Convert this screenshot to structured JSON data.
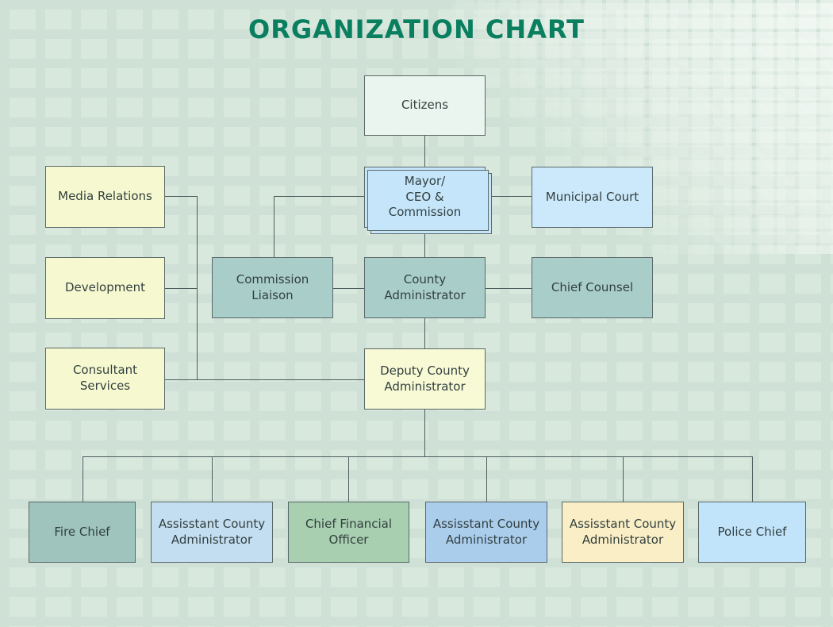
{
  "title": "ORGANIZATION CHART",
  "title_color": "#0a7f60",
  "diagram_type": "organization-chart",
  "nodes": {
    "citizens": {
      "label": "Citizens",
      "fill": "#e9f5ee"
    },
    "mayor": {
      "label": "Mayor/\nCEO & Commission",
      "fill": "#c5e5fa",
      "style": "stacked-multishape"
    },
    "municipal_court": {
      "label": "Municipal Court",
      "fill": "#cce9fb"
    },
    "media_relations": {
      "label": "Media Relations",
      "fill": "#f6f9d0"
    },
    "development": {
      "label": "Development",
      "fill": "#f6f9d0"
    },
    "commission_liaison": {
      "label": "Commission\nLiaison",
      "fill": "#a9cec9"
    },
    "county_administrator": {
      "label": "County\nAdministrator",
      "fill": "#a9cec9"
    },
    "chief_counsel": {
      "label": "Chief Counsel",
      "fill": "#a9cec9"
    },
    "consultant_services": {
      "label": "Consultant\nServices",
      "fill": "#f6f9d0"
    },
    "deputy_county_administrator": {
      "label": "Deputy County\nAdministrator",
      "fill": "#f7fad4"
    },
    "fire_chief": {
      "label": "Fire Chief",
      "fill": "#9ec4bd"
    },
    "assistant_county_administrator_1": {
      "label": "Assisstant County\nAdministrator",
      "fill": "#c3def0"
    },
    "chief_financial_officer": {
      "label": "Chief Financial\nOfficer",
      "fill": "#a8cfb0"
    },
    "assistant_county_administrator_2": {
      "label": "Assisstant County\nAdministrator",
      "fill": "#abcdec"
    },
    "assistant_county_administrator_3": {
      "label": "Assisstant County\nAdministrator",
      "fill": "#f9eec5"
    },
    "police_chief": {
      "label": "Police Chief",
      "fill": "#c2e4fb"
    }
  },
  "edges": [
    {
      "from": "citizens",
      "to": "mayor"
    },
    {
      "from": "mayor",
      "to": "municipal_court"
    },
    {
      "from": "mayor",
      "to": "commission_liaison"
    },
    {
      "from": "mayor",
      "to": "county_administrator"
    },
    {
      "from": "commission_liaison",
      "to": "county_administrator"
    },
    {
      "from": "county_administrator",
      "to": "chief_counsel"
    },
    {
      "from": "county_administrator",
      "to": "deputy_county_administrator"
    },
    {
      "from": "deputy_county_administrator",
      "to": "media_relations"
    },
    {
      "from": "deputy_county_administrator",
      "to": "development"
    },
    {
      "from": "deputy_county_administrator",
      "to": "consultant_services"
    },
    {
      "from": "deputy_county_administrator",
      "to": "fire_chief"
    },
    {
      "from": "deputy_county_administrator",
      "to": "assistant_county_administrator_1"
    },
    {
      "from": "deputy_county_administrator",
      "to": "chief_financial_officer"
    },
    {
      "from": "deputy_county_administrator",
      "to": "assistant_county_administrator_2"
    },
    {
      "from": "deputy_county_administrator",
      "to": "assistant_county_administrator_3"
    },
    {
      "from": "deputy_county_administrator",
      "to": "police_chief"
    }
  ]
}
